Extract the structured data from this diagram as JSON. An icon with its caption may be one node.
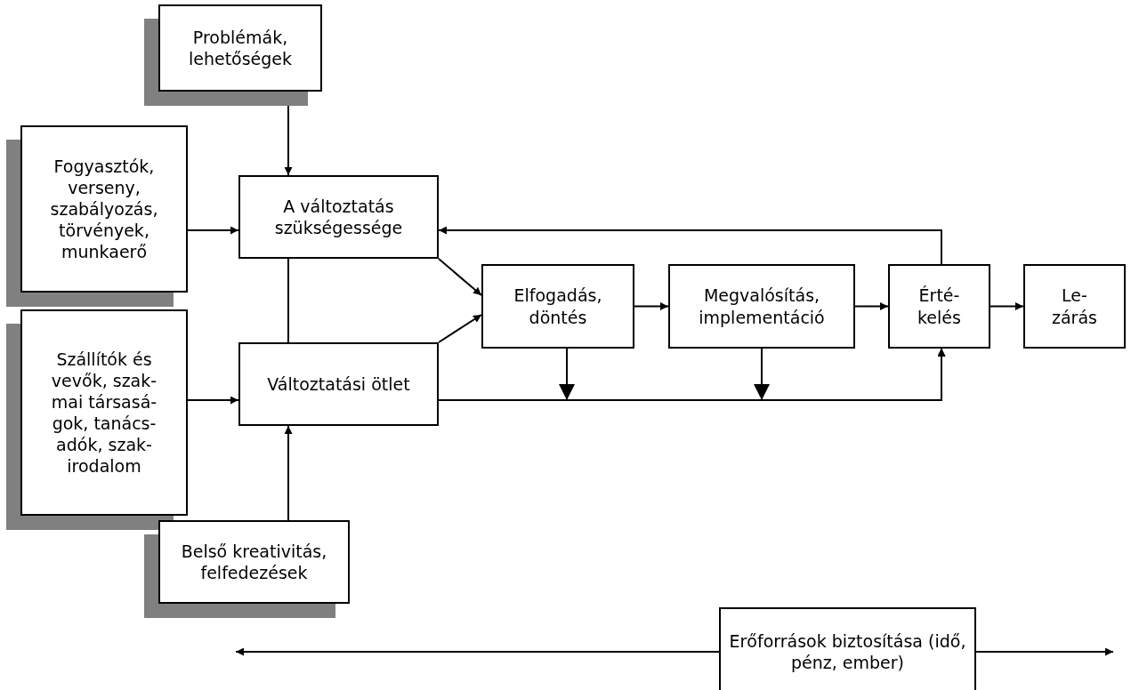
{
  "diagram": {
    "nodes": [
      {
        "text": [
          "Problémák, lehetőségek"
        ]
      },
      {
        "text": [
          "Fogyasztók, verseny, szabályozás, törvények, munkaerő"
        ]
      },
      {
        "text": [
          "Szállítók és vevők, szak- mai társasá- gok, tanács- adók, szak- irodalom"
        ]
      },
      {
        "text": [
          "A változtatás szükségessége"
        ]
      },
      {
        "text": [
          "Változtatási ötlet"
        ]
      },
      {
        "text": [
          "Belső kreativitás, felfedezések"
        ]
      },
      {
        "text": [
          "Elfogadás, döntés"
        ]
      },
      {
        "text": [
          "Megvalósítás, implementáció"
        ]
      },
      {
        "text": [
          "Érté- kelés"
        ]
      },
      {
        "text": [
          "Le- zárás"
        ]
      },
      {
        "text": [
          "Erőforrások biztosítása (idő, pénz, ember)"
        ]
      }
    ],
    "edges": [
      {
        "from": 0,
        "to": 3,
        "arrow": "to"
      },
      {
        "from": 1,
        "to": 3,
        "arrow": "to"
      },
      {
        "from": 2,
        "to": 4,
        "arrow": "to"
      },
      {
        "from": 5,
        "to": 4,
        "arrow": "to"
      },
      {
        "from": 3,
        "to": 4,
        "arrow": "none"
      },
      {
        "from": 3,
        "to": 6,
        "arrow": "to"
      },
      {
        "from": 4,
        "to": 6,
        "arrow": "to"
      },
      {
        "from": 6,
        "to": 7,
        "arrow": "to"
      },
      {
        "from": 7,
        "to": 8,
        "arrow": "to"
      },
      {
        "from": 8,
        "to": 9,
        "arrow": "to"
      },
      {
        "from": 8,
        "to": 3,
        "arrow": "to"
      },
      {
        "from": 4,
        "to": 8,
        "arrow": "to"
      },
      {
        "from": 6,
        "to": 8,
        "arrow": "to"
      },
      {
        "from": 7,
        "to": 8,
        "arrow": "to"
      },
      {
        "from": 10,
        "to": null,
        "arrow": "to"
      },
      {
        "from": 10,
        "to": null,
        "arrow": "to"
      }
    ]
  }
}
